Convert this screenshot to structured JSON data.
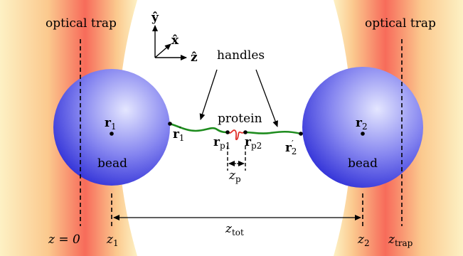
{
  "labels": {
    "trap_left": "optical trap",
    "trap_right": "optical trap",
    "handles": "handles",
    "protein": "protein",
    "bead_left": "bead",
    "bead_right": "bead",
    "axis_y": "ŷ",
    "axis_x": "x̂",
    "axis_z": "ẑ",
    "r1": {
      "main": "r",
      "sub": "1"
    },
    "r2": {
      "main": "r",
      "sub": "2"
    },
    "r1p": {
      "main": "r",
      "prime": "′",
      "sub": "1"
    },
    "r2p": {
      "main": "r",
      "prime": "′",
      "sub": "2"
    },
    "rp1": {
      "main": "r",
      "sub": "p1"
    },
    "rp2": {
      "main": "r",
      "sub": "p2"
    },
    "zp": {
      "main": "z",
      "sub": "p"
    },
    "ztot": {
      "main": "z",
      "sub": "tot"
    },
    "z_eq_0": "z = 0",
    "z1": {
      "main": "z",
      "sub": "1"
    },
    "z2": {
      "main": "z",
      "sub": "2"
    },
    "ztrap": {
      "main": "z",
      "sub": "trap"
    }
  },
  "colors": {
    "trap_outer": "#fdf1c4",
    "trap_mid": "#fbc98e",
    "trap_core": "#f76b5a",
    "bead_light": "#e4e6ff",
    "bead_dark": "#3434d8",
    "handle": "#1e8c1e",
    "protein": "#e0302a"
  }
}
